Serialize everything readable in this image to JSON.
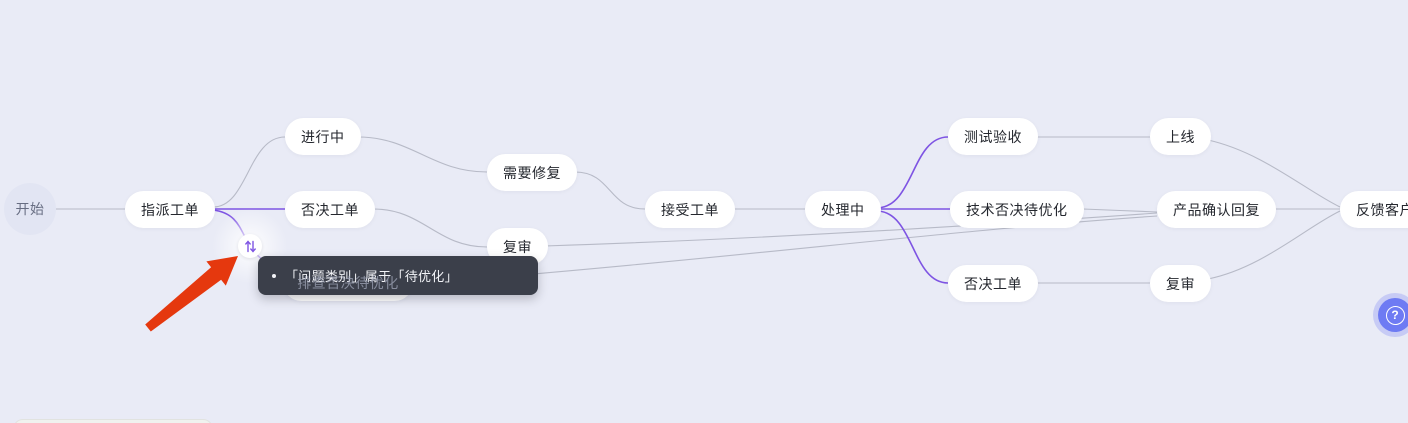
{
  "app": {
    "type": "workflow-flowchart-canvas"
  },
  "colors": {
    "background": "#e9ebf6",
    "edge_default": "#b7bac7",
    "edge_highlight": "#7e54e3",
    "node_fill": "#ffffff",
    "start_node_fill": "#e2e5f3",
    "tooltip_bg": "#3b3f4a",
    "help_button": "#6e7bf3",
    "annotation_arrow": "#e5380e"
  },
  "nodes": {
    "start": "开始",
    "assign_ticket": "指派工单",
    "in_progress": "进行中",
    "reject_ticket_left": "否决工单",
    "need_fix": "需要修复",
    "review_left": "复审",
    "triage_reject_pending": "排查否决待优化",
    "accept_ticket": "接受工单",
    "processing": "处理中",
    "test_acceptance": "测试验收",
    "tech_reject_pending": "技术否决待优化",
    "reject_ticket_right": "否决工单",
    "online": "上线",
    "product_confirm_reply": "产品确认回复",
    "review_right": "复审",
    "feedback_customer": "反馈客户"
  },
  "tooltip": {
    "text": "「问题类别」属于「待优化」"
  },
  "condition_badge": {
    "icon": "filter-sliders-icon"
  },
  "help_button": {
    "label": "?"
  }
}
